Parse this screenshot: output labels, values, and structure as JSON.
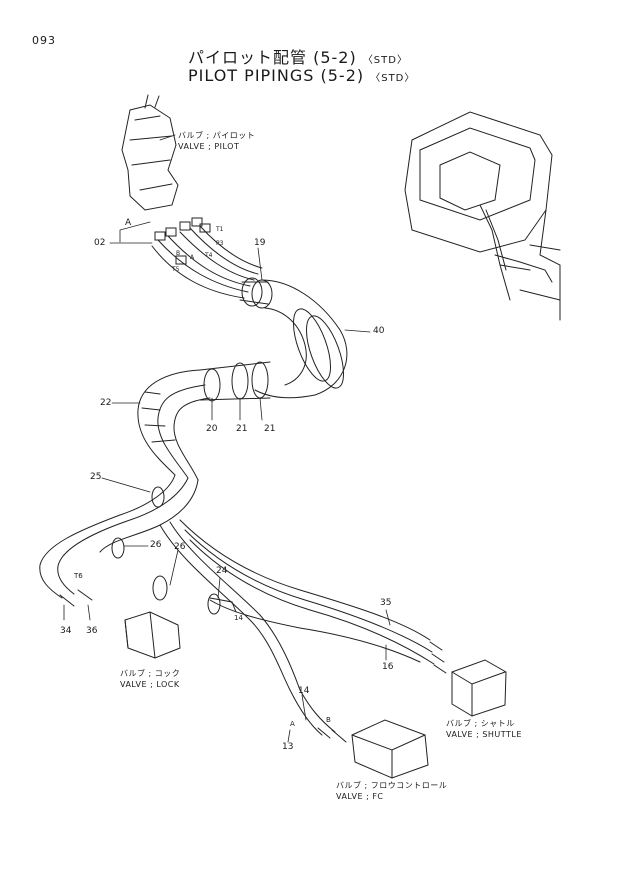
{
  "page_number": "093",
  "title_jp": "パイロット配管 (5-2)",
  "title_en": "PILOT PIPINGS (5-2)",
  "std_tag": "〈STD〉",
  "components": {
    "pilot_valve": {
      "jp": "バルブ ; パイロット",
      "en": "VALVE ; PILOT"
    },
    "lock_valve": {
      "jp": "バルブ ; コック",
      "en": "VALVE ; LOCK"
    },
    "shuttle_valve": {
      "jp": "バルブ ; シャトル",
      "en": "VALVE ; SHUTTLE"
    },
    "fc_valve": {
      "jp": "バルブ ; フロウコントロール",
      "en": "VALVE ; FC"
    }
  },
  "callouts": [
    "02",
    "A",
    "19",
    "40",
    "22",
    "20",
    "21",
    "21",
    "25",
    "26",
    "26",
    "24",
    "T6",
    "34",
    "36",
    "14",
    "35",
    "16",
    "14",
    "13",
    "A",
    "B"
  ],
  "port_labels": [
    "T1",
    "P3",
    "T5",
    "T4",
    "A",
    "B"
  ]
}
